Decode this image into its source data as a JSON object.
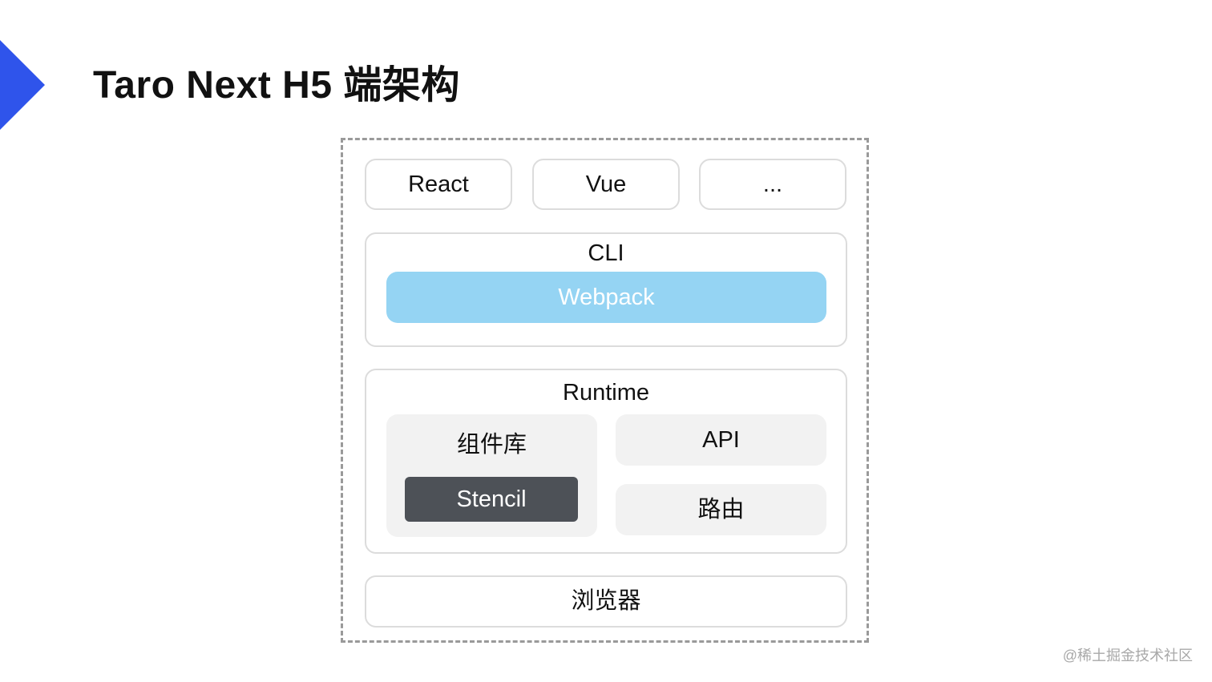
{
  "title": "Taro Next H5 端架构",
  "accent_color": "#2f54eb",
  "frameworks": [
    "React",
    "Vue",
    "..."
  ],
  "cli": {
    "label": "CLI",
    "bundler": "Webpack",
    "bundler_color": "#95d4f3"
  },
  "runtime": {
    "label": "Runtime",
    "components": {
      "label": "组件库",
      "impl": "Stencil",
      "impl_color": "#4d5157"
    },
    "api": "API",
    "router": "路由"
  },
  "browser": "浏览器",
  "watermark": "@稀土掘金技术社区"
}
